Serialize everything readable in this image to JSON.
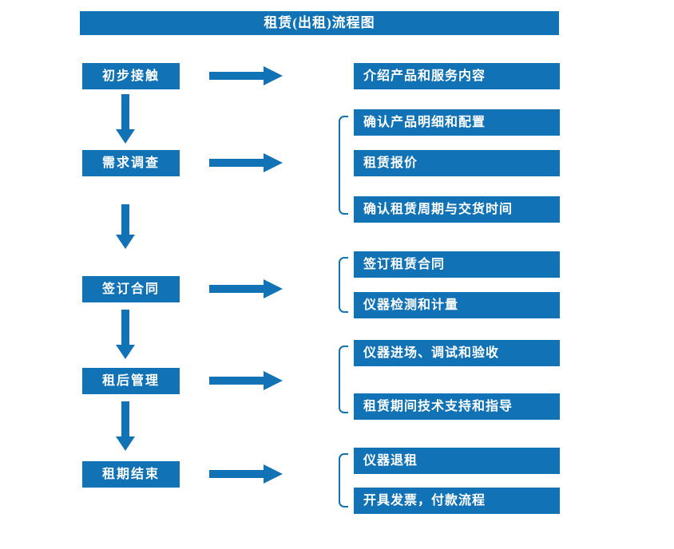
{
  "title": "租赁(出租)流程图",
  "colors": {
    "primary": "#1272B6",
    "text_on_primary": "#FFFFFF",
    "background": "#FFFFFF"
  },
  "stages": [
    {
      "label": "初步接触",
      "details": [
        "介绍产品和服务内容"
      ]
    },
    {
      "label": "需求调查",
      "details": [
        "确认产品明细和配置",
        "租赁报价",
        "确认租赁周期与交货时间"
      ]
    },
    {
      "label": "签订合同",
      "details": [
        "签订租赁合同",
        "仪器检测和计量"
      ]
    },
    {
      "label": "租后管理",
      "details": [
        "仪器进场、调试和验收",
        "租赁期间技术支持和指导"
      ]
    },
    {
      "label": "租期结束",
      "details": [
        "仪器退租",
        "开具发票，付款流程"
      ]
    }
  ]
}
